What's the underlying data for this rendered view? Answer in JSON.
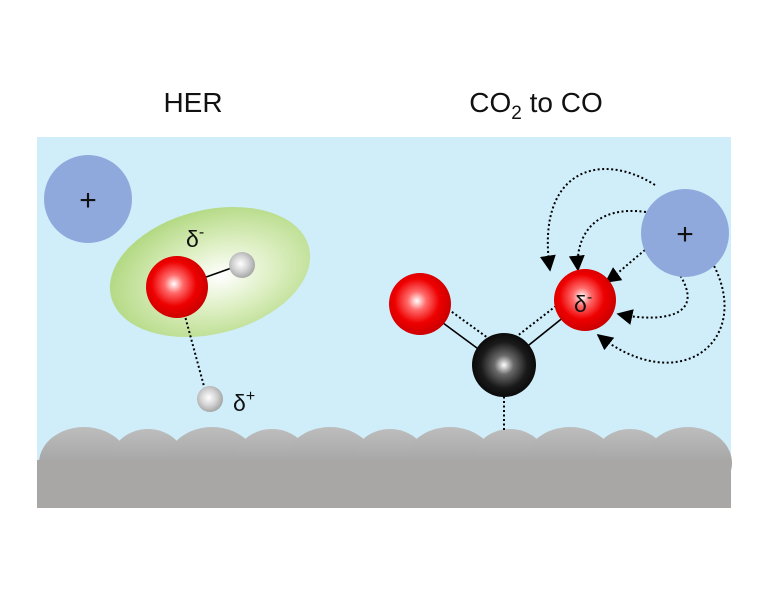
{
  "titles": {
    "left": "HER",
    "right_prefix": "CO",
    "right_subscript": "2",
    "right_suffix": " to CO"
  },
  "labels": {
    "cation_sign": "+",
    "delta": "δ",
    "minus": "-",
    "plus": "+"
  },
  "colors": {
    "electrolyte": "#d0eefa",
    "substrate": "#a9a7a6",
    "surface_atom": "#9a9a9a",
    "cation": "#8fa9dc",
    "oxygen": "#e50000",
    "hydrogen": "#bdbdbd",
    "carbon": "#111111",
    "solvation_shell": "#b9dc8c"
  }
}
